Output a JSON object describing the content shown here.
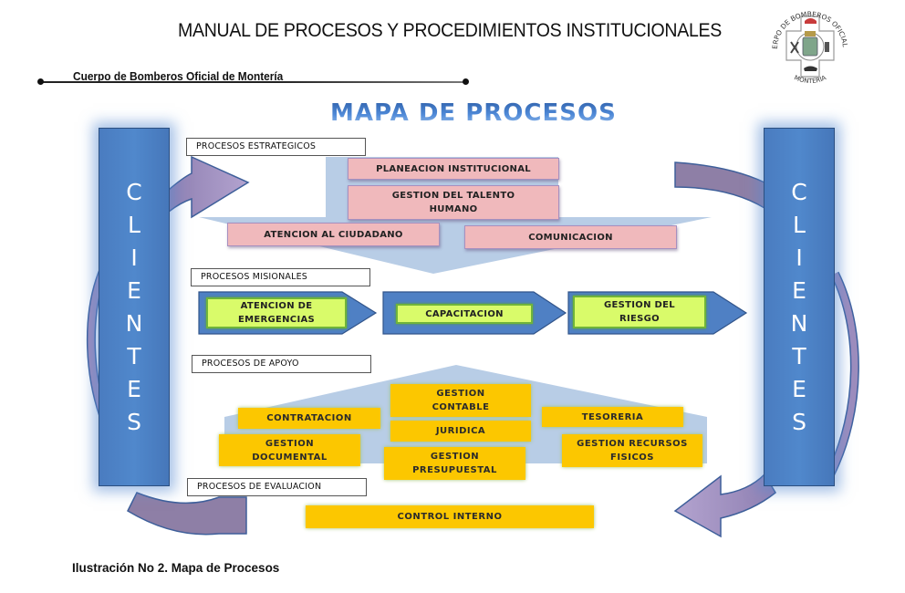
{
  "header": {
    "document_title": "MANUAL DE PROCESOS Y PROCEDIMIENTOS INSTITUCIONALES",
    "organization": "Cuerpo de Bomberos Oficial de Montería",
    "seal": {
      "top_text": "CUERPO DE BOMBEROS OFICIAL DE",
      "bottom_text": "MONTERIA"
    }
  },
  "map": {
    "title": "MAPA DE PROCESOS",
    "clientes_left": [
      "C",
      "L",
      "I",
      "E",
      "N",
      "T",
      "E",
      "S"
    ],
    "clientes_right": [
      "C",
      "L",
      "I",
      "E",
      "N",
      "T",
      "E",
      "S"
    ],
    "strategic": {
      "label": "PROCESOS ESTRATEGICOS",
      "items": [
        {
          "text": "PLANEACION INSTITUCIONAL"
        },
        {
          "text": "GESTION DEL TALENTO HUMANO"
        },
        {
          "text": "ATENCION AL CIUDADANO"
        },
        {
          "text": "COMUNICACION"
        }
      ]
    },
    "missional": {
      "label": "PROCESOS MISIONALES",
      "items": [
        {
          "text": "ATENCION DE EMERGENCIAS"
        },
        {
          "text": "CAPACITACION"
        },
        {
          "text": "GESTION DEL RIESGO"
        }
      ]
    },
    "support": {
      "label": "PROCESOS DE  APOYO",
      "items": [
        {
          "text": "GESTION CONTABLE"
        },
        {
          "text": "CONTRATACION"
        },
        {
          "text": "JURIDICA"
        },
        {
          "text": "TESORERIA"
        },
        {
          "text": "GESTION DOCUMENTAL"
        },
        {
          "text": "GESTION PRESUPUESTAL"
        },
        {
          "text": "GESTION RECURSOS FISICOS"
        }
      ]
    },
    "evaluation": {
      "label": "PROCESOS DE EVALUACION",
      "items": [
        {
          "text": "CONTROL INTERNO"
        }
      ]
    }
  },
  "caption": "Ilustración No 2. Mapa de Procesos",
  "colors": {
    "clientes_blue": "#4f82c6",
    "cycle_arrow_purple": "#9b8bb8",
    "strategic_pink": "#f0b9bc",
    "missional_green": "#d9fb6a",
    "support_gold": "#fcc700",
    "panel_lightblue": "#b8cde6",
    "title_blue": "#3d74c4"
  }
}
